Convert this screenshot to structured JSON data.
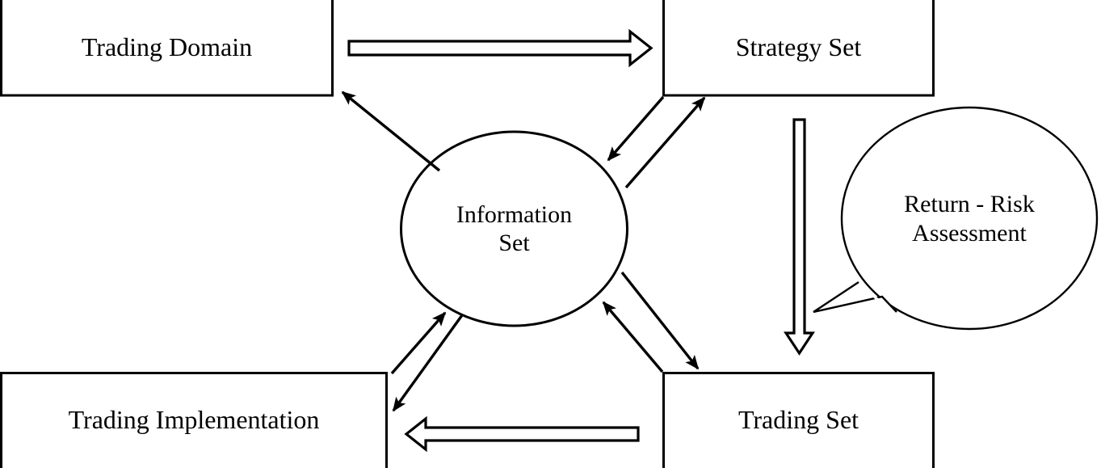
{
  "diagram": {
    "title": "Trading Process Flow Diagram",
    "background_color": "#ffffff",
    "stroke_color": "#000000",
    "nodes": {
      "trading_domain": {
        "label": "Trading Domain",
        "shape": "rectangle"
      },
      "strategy_set": {
        "label": "Strategy Set",
        "shape": "rectangle"
      },
      "information_set": {
        "label": "Information\nSet",
        "shape": "ellipse"
      },
      "return_risk_assessment": {
        "label": "Return - Risk\nAssessment",
        "shape": "speech-bubble"
      },
      "trading_implementation": {
        "label": "Trading Implementation",
        "shape": "rectangle"
      },
      "trading_set": {
        "label": "Trading Set",
        "shape": "rectangle"
      }
    },
    "connectors": [
      {
        "name": "trading-domain-to-strategy-set",
        "style": "hollow-block-arrow",
        "direction": "right",
        "from": "trading_domain",
        "to": "strategy_set"
      },
      {
        "name": "information-set-to-trading-domain",
        "style": "solid-line-arrow",
        "direction": "up-left",
        "from": "information_set",
        "to": "trading_domain"
      },
      {
        "name": "strategy-set-to-information-set",
        "style": "solid-line-arrow",
        "direction": "down-left",
        "from": "strategy_set",
        "to": "information_set"
      },
      {
        "name": "information-set-to-strategy-set",
        "style": "solid-line-arrow",
        "direction": "up-right",
        "from": "information_set",
        "to": "strategy_set"
      },
      {
        "name": "strategy-set-to-trading-set",
        "style": "hollow-block-arrow",
        "direction": "down",
        "from": "strategy_set",
        "to": "trading_set"
      },
      {
        "name": "trading-set-to-information-set",
        "style": "solid-line-arrow",
        "direction": "up-left",
        "from": "trading_set",
        "to": "information_set"
      },
      {
        "name": "information-set-to-trading-set",
        "style": "solid-line-arrow",
        "direction": "down-right",
        "from": "information_set",
        "to": "trading_set"
      },
      {
        "name": "trading-implementation-to-information-set",
        "style": "solid-line-arrow",
        "direction": "up-right",
        "from": "trading_implementation",
        "to": "information_set"
      },
      {
        "name": "information-set-to-trading-implementation",
        "style": "solid-line-arrow",
        "direction": "down-left",
        "from": "information_set",
        "to": "trading_implementation"
      },
      {
        "name": "trading-set-to-trading-implementation",
        "style": "hollow-block-arrow",
        "direction": "left",
        "from": "trading_set",
        "to": "trading_implementation"
      },
      {
        "name": "return-risk-callout-tail",
        "style": "callout-tail",
        "direction": "down-left",
        "from": "return_risk_assessment",
        "to": "strategy-set-to-trading-set"
      }
    ]
  }
}
